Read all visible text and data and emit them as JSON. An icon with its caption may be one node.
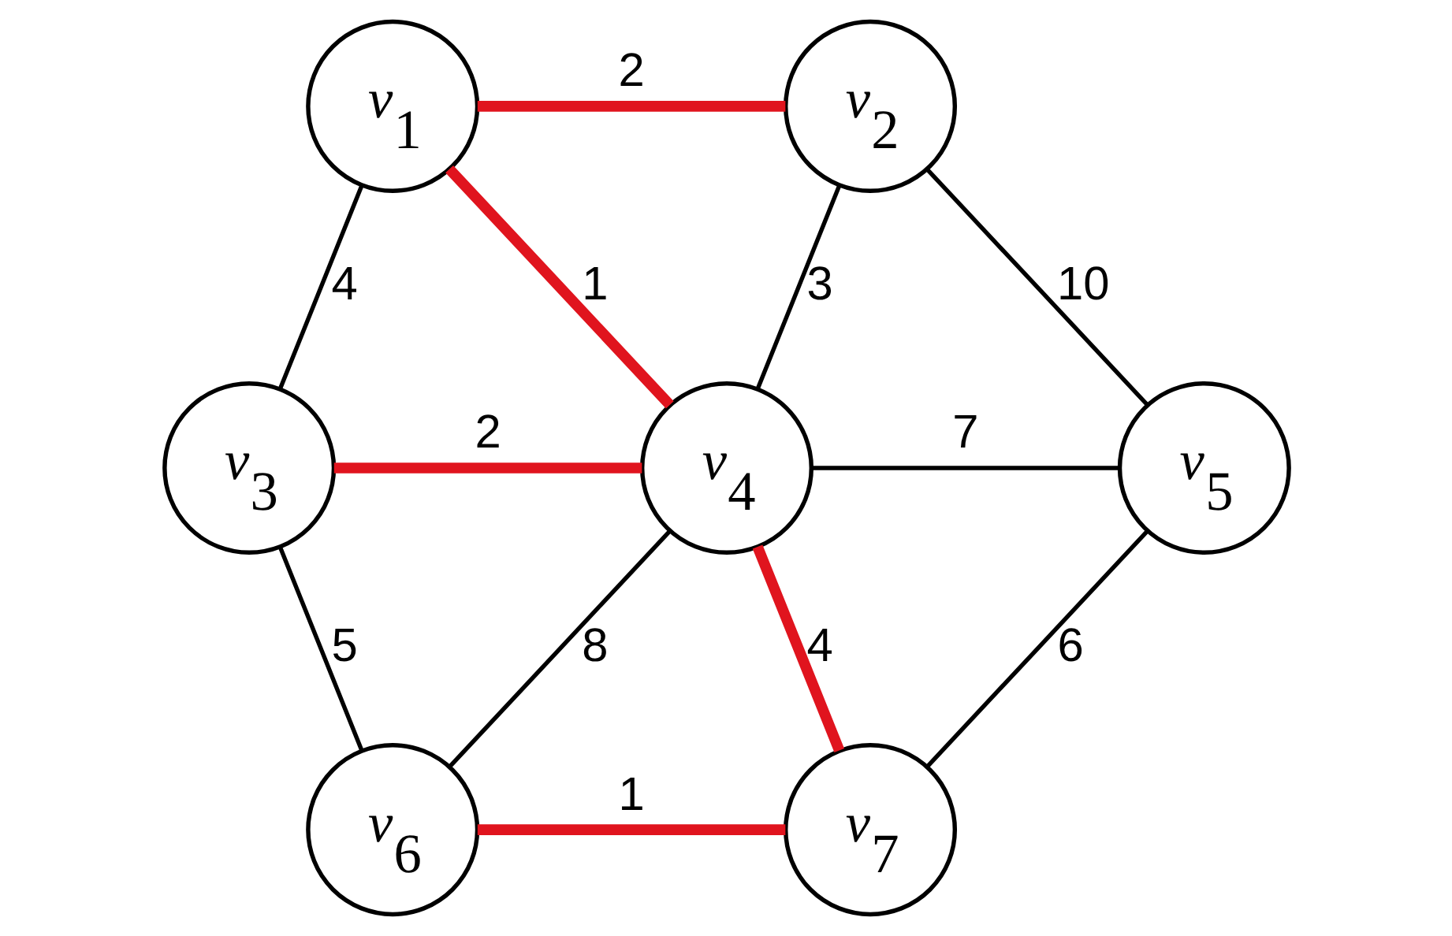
{
  "diagram": {
    "nodes": [
      {
        "text": [
          "v$_{1}$"
        ]
      },
      {
        "text": [
          "v$_{2}$"
        ]
      },
      {
        "text": [
          "v$_{3}$"
        ]
      },
      {
        "text": [
          "v$_{4}$"
        ]
      },
      {
        "text": [
          "v$_{5}$"
        ]
      },
      {
        "text": [
          "v$_{6}$"
        ]
      },
      {
        "text": [
          "v$_{7}$"
        ]
      }
    ],
    "edges": [
      {
        "from": 0,
        "to": 1,
        "arrow": "none",
        "label": "2",
        "style": "thick",
        "color": "#e0141e"
      },
      {
        "from": 0,
        "to": 2,
        "arrow": "none",
        "label": "4"
      },
      {
        "from": 0,
        "to": 3,
        "arrow": "none",
        "label": "1",
        "style": "thick",
        "color": "#e0141e"
      },
      {
        "from": 1,
        "to": 3,
        "arrow": "none",
        "label": "3"
      },
      {
        "from": 1,
        "to": 4,
        "arrow": "none",
        "label": "10"
      },
      {
        "from": 2,
        "to": 3,
        "arrow": "none",
        "label": "2",
        "style": "thick",
        "color": "#e0141e"
      },
      {
        "from": 3,
        "to": 4,
        "arrow": "none",
        "label": "7"
      },
      {
        "from": 2,
        "to": 5,
        "arrow": "none",
        "label": "5"
      },
      {
        "from": 3,
        "to": 5,
        "arrow": "none",
        "label": "8"
      },
      {
        "from": 3,
        "to": 6,
        "arrow": "none",
        "label": "4",
        "style": "thick",
        "color": "#e0141e"
      },
      {
        "from": 4,
        "to": 6,
        "arrow": "none",
        "label": "6"
      },
      {
        "from": 5,
        "to": 6,
        "arrow": "none",
        "label": "1",
        "style": "thick",
        "color": "#e0141e"
      }
    ]
  }
}
